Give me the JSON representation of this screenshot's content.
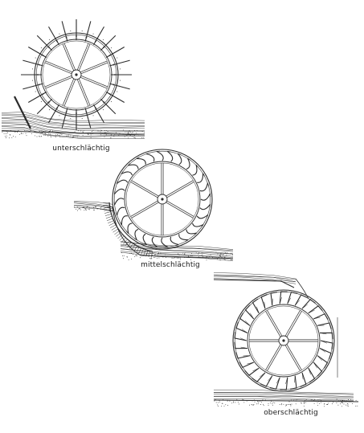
{
  "figure": {
    "wheels": [
      {
        "id": "undershot",
        "caption": "unterschlächtig"
      },
      {
        "id": "middleshot",
        "caption": "mittelschlächtig"
      },
      {
        "id": "overshot",
        "caption": "oberschlächtig"
      }
    ]
  },
  "colors": {
    "ink": "#2b2b2b",
    "paper": "#ffffff"
  }
}
